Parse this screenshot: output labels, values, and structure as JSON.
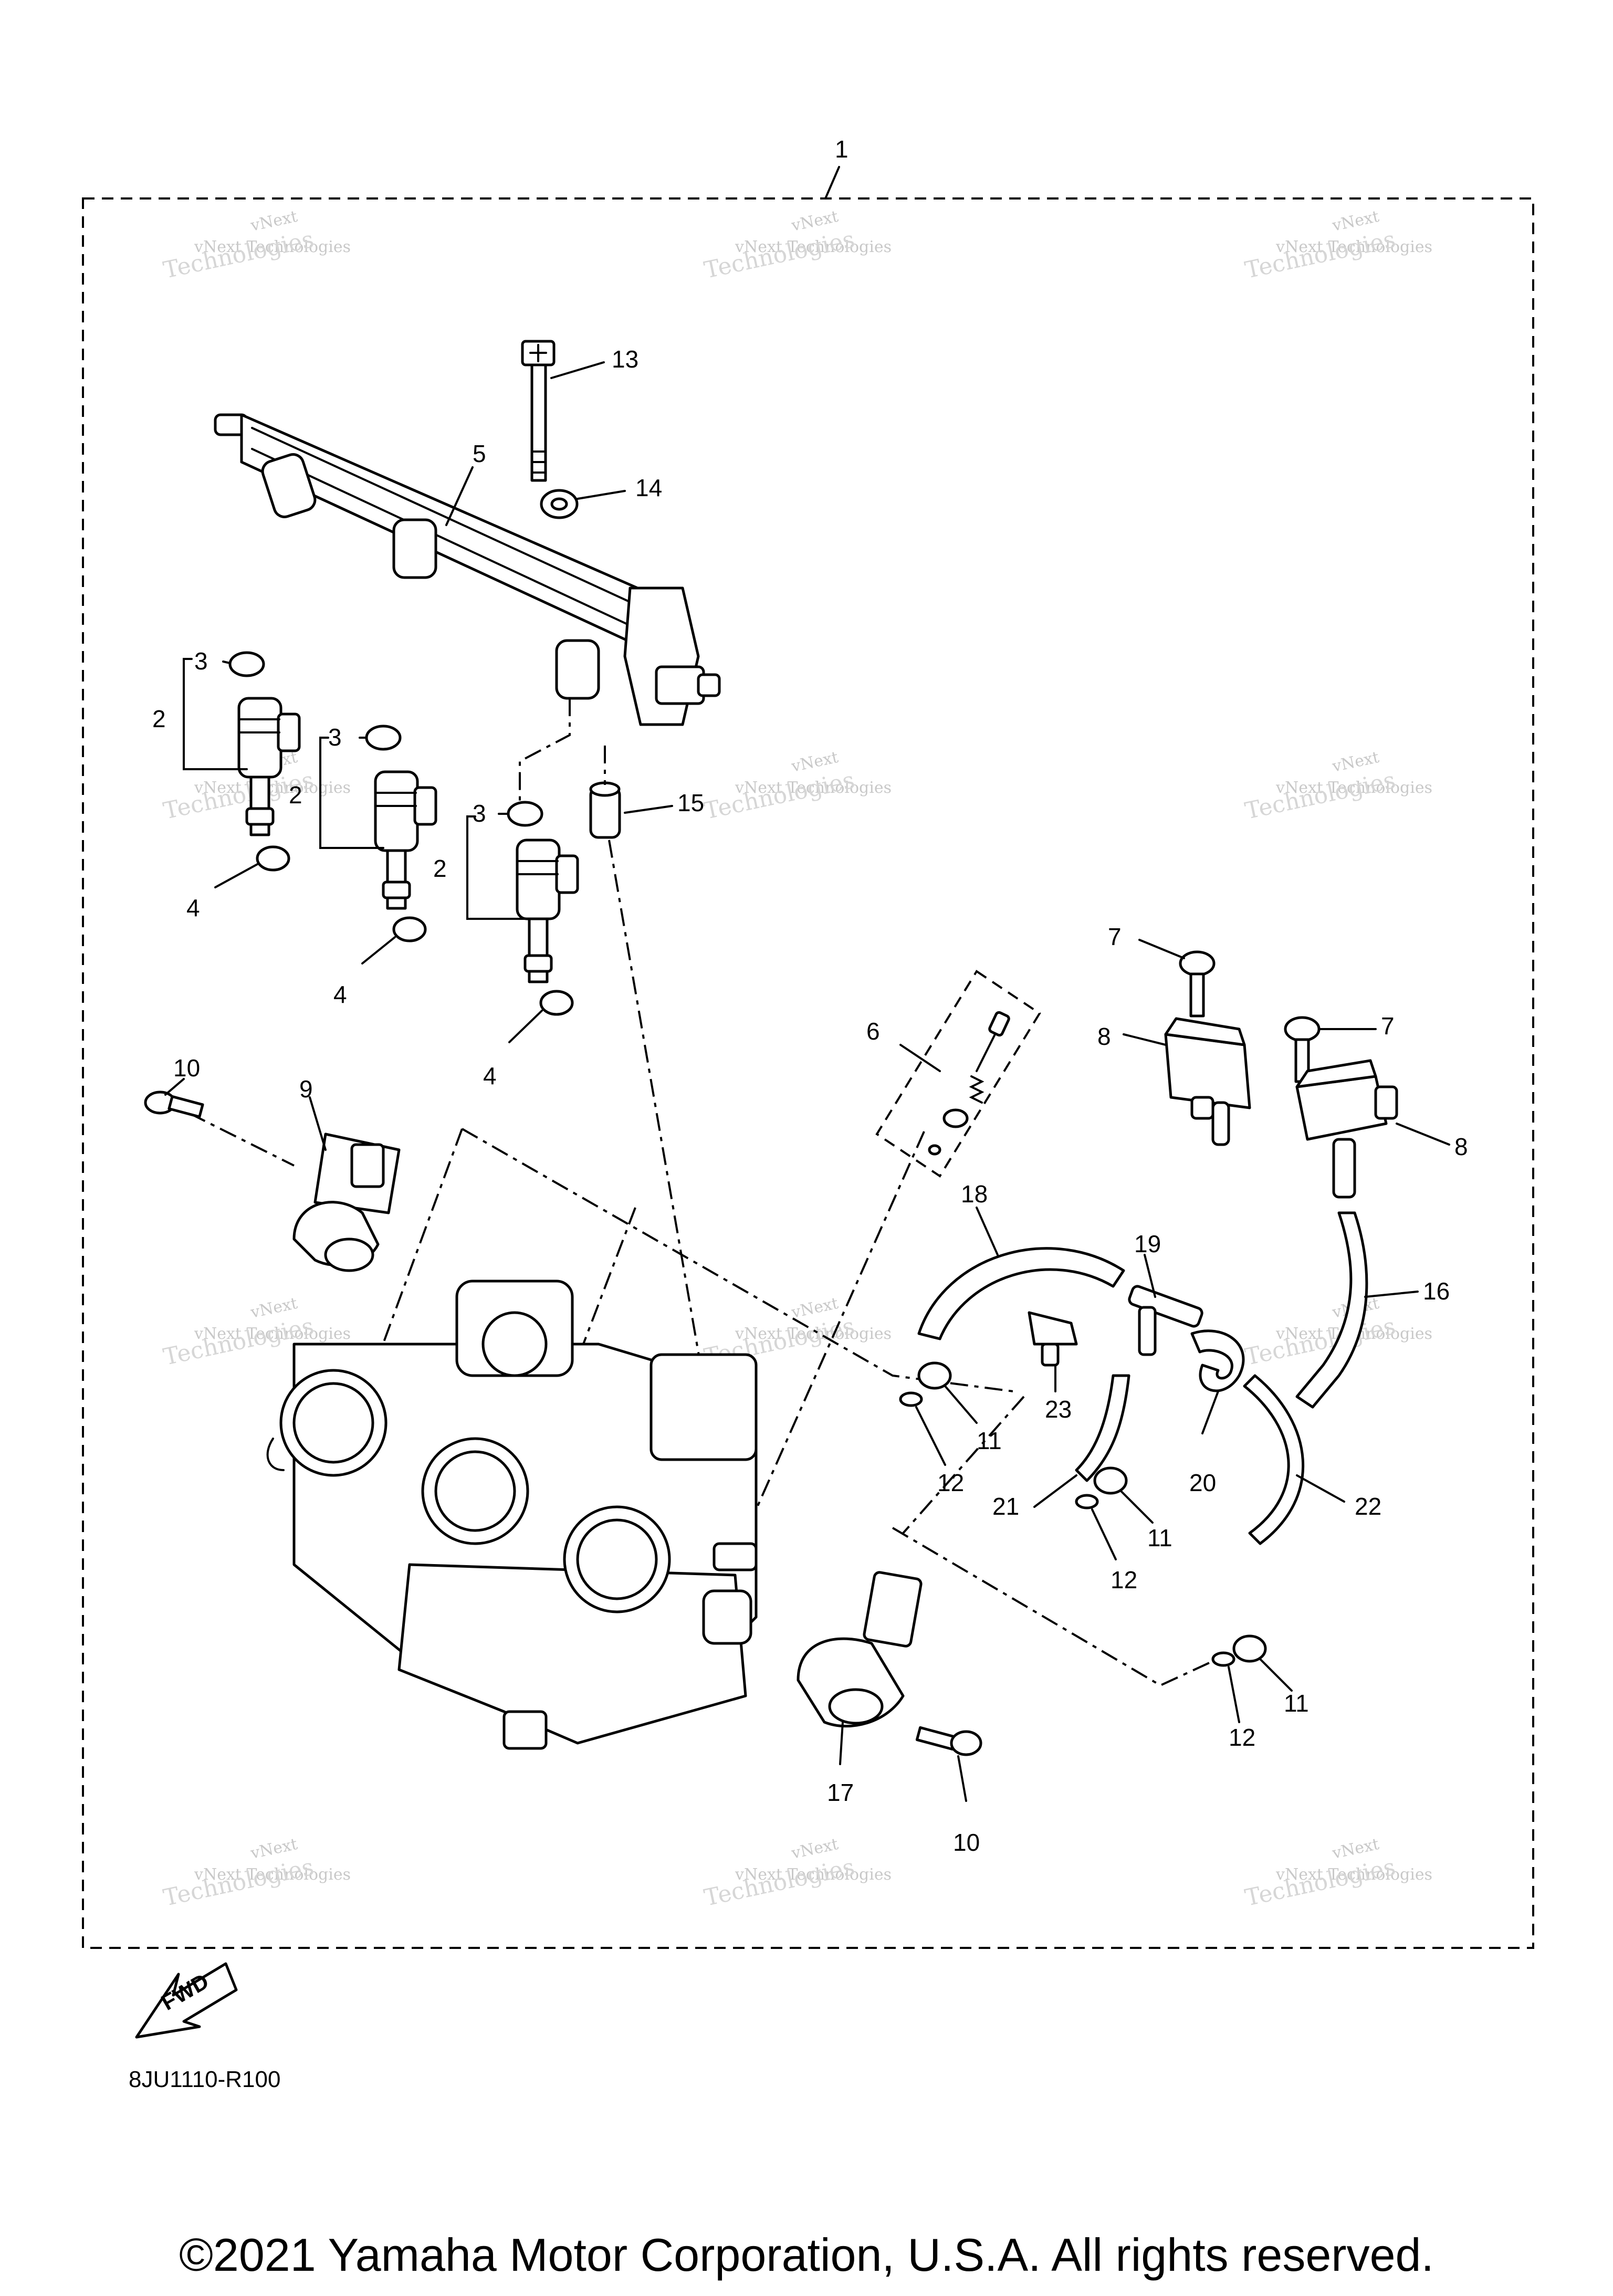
{
  "callouts": {
    "c1": "1",
    "c2a": "2",
    "c2b": "2",
    "c2c": "2",
    "c3a": "3",
    "c3b": "3",
    "c3c": "3",
    "c4a": "4",
    "c4b": "4",
    "c4c": "4",
    "c5": "5",
    "c6": "6",
    "c7a": "7",
    "c7b": "7",
    "c8a": "8",
    "c8b": "8",
    "c9": "9",
    "c10a": "10",
    "c10b": "10",
    "c11a": "11",
    "c11b": "11",
    "c11c": "11",
    "c12a": "12",
    "c12b": "12",
    "c12c": "12",
    "c13": "13",
    "c14": "14",
    "c15": "15",
    "c16": "16",
    "c17": "17",
    "c18": "18",
    "c19": "19",
    "c20": "20",
    "c21": "21",
    "c22": "22",
    "c23": "23"
  },
  "watermark": {
    "line1": "vNext",
    "line2": "vNext Technologies",
    "line3": "Technologies"
  },
  "fwd_label": "FWD",
  "diagram_code": "8JU1110-R100",
  "copyright": "©2021 Yamaha Motor Corporation, U.S.A. All rights reserved."
}
